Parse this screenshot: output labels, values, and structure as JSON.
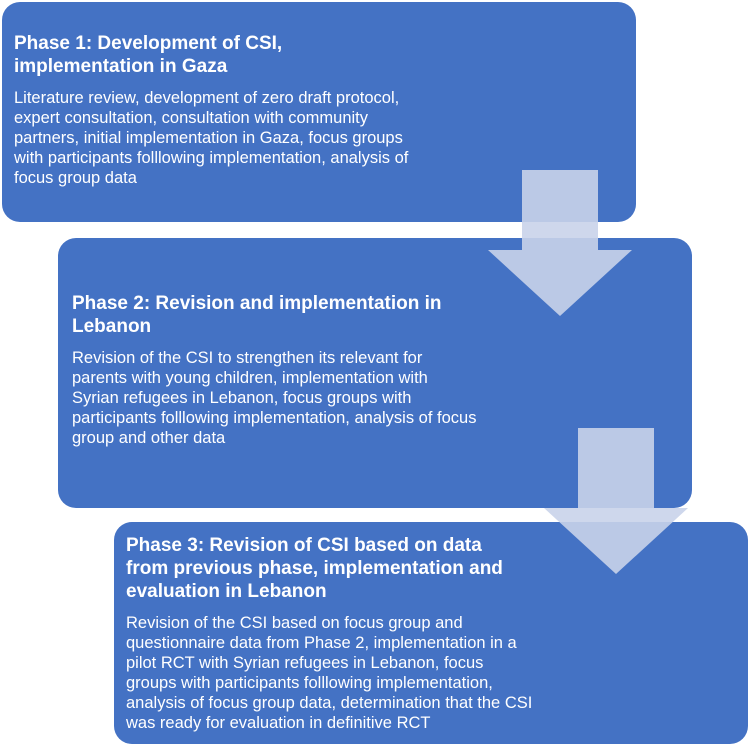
{
  "phases": [
    {
      "title": "Phase 1: Development of CSI, implementation in Gaza",
      "description": "Literature review, development of zero draft protocol, expert consultation, consultation with community partners, initial implementation in Gaza, focus groups with participants folllowing implementation, analysis of focus group data"
    },
    {
      "title": "Phase 2: Revision and implementation in Lebanon",
      "description": "Revision of the CSI to strengthen its relevant for parents with young children, implementation with Syrian refugees in Lebanon, focus groups with participants folllowing implementation, analysis of focus group and other data"
    },
    {
      "title": "Phase 3: Revision of CSI based on data from previous phase, implementation and evaluation in Lebanon",
      "description": "Revision of the CSI based on focus group and questionnaire data from Phase 2, implementation in a pilot RCT with Syrian refugees in Lebanon, focus groups with participants folllowing implementation, analysis of focus group data, determination that the CSI was ready for evaluation in definitive RCT"
    }
  ],
  "colors": {
    "box_fill": "#4472c4",
    "box_text": "#ffffff",
    "arrow_fill": "#c9d3ea"
  }
}
